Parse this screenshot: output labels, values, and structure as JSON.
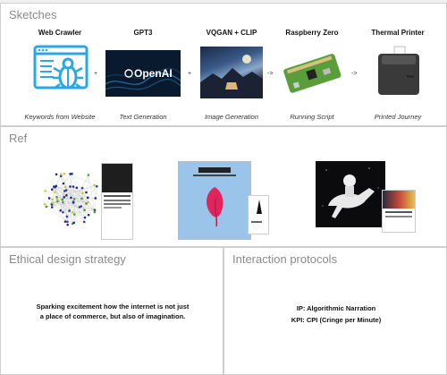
{
  "sketches": {
    "title": "Sketches",
    "steps": [
      {
        "title": "Web Crawler",
        "caption": "Keywords from Website",
        "icon": "web-crawler-bug-icon"
      },
      {
        "title": "GPT3",
        "caption": "Text Generation",
        "logo_text": "OpenAI"
      },
      {
        "title": "VQGAN + CLIP",
        "caption": "Image Generation"
      },
      {
        "title": "Raspberry Zero",
        "caption": "Running Script"
      },
      {
        "title": "Thermal Printer",
        "caption": "Printed Journey"
      }
    ],
    "operators": [
      "+",
      "+",
      "->",
      "->"
    ]
  },
  "ref": {
    "title": "Ref",
    "items": [
      {
        "name": "network-graph-with-notes"
      },
      {
        "name": "book-cover-with-receipt"
      },
      {
        "name": "astronaut-horse-with-card"
      }
    ]
  },
  "ethical": {
    "title": "Ethical design strategy",
    "text": "Sparking excitement how the internet is not just a place of commerce, but also of imagination."
  },
  "interaction": {
    "title": "Interaction protocols",
    "lines": [
      "IP: Algorithmic Narration",
      "KPI: CPI (Cringe per Minute)"
    ]
  },
  "colors": {
    "crawler_blue": "#2aa7e6",
    "openai_bg": "#0a1a2e",
    "panel_border": "#cfcfcf",
    "title_gray": "#8a8a8a"
  }
}
